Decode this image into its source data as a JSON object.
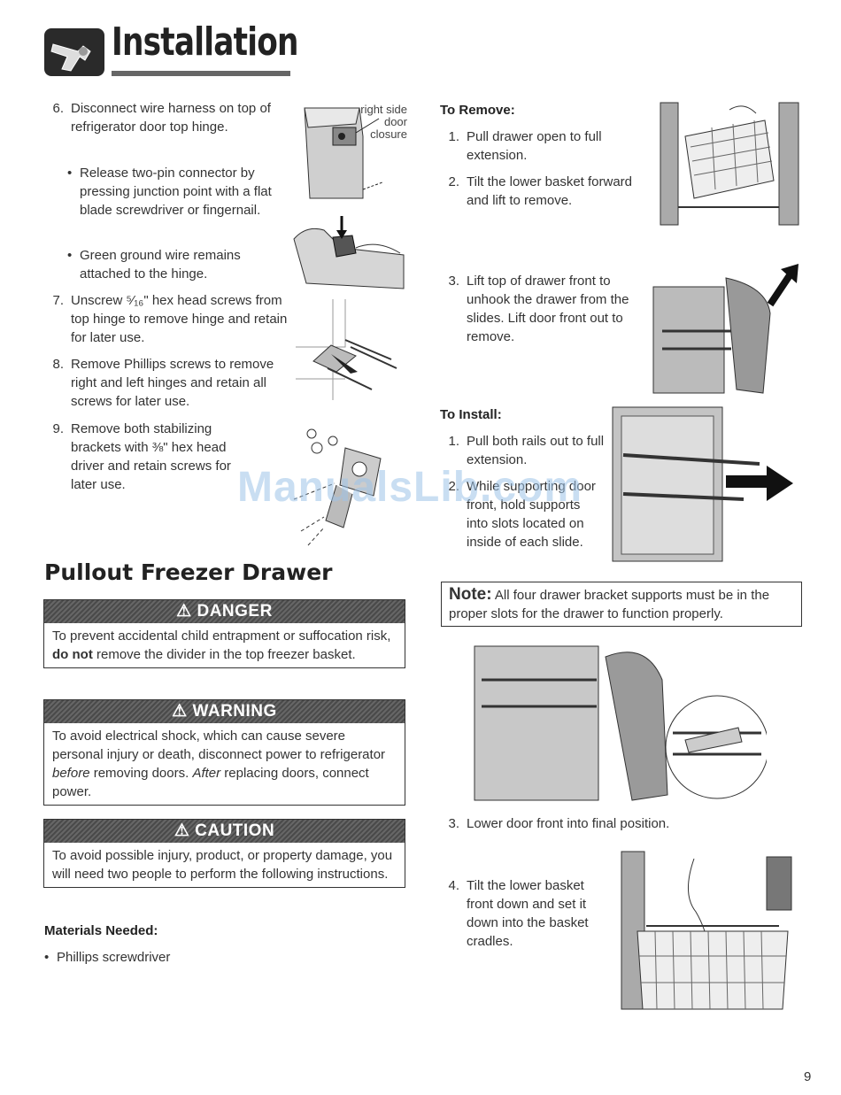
{
  "header": {
    "title": "Installation",
    "icon": "wrench-icon"
  },
  "left_steps": [
    {
      "num": "6.",
      "text": "Disconnect wire harness on top of refrigerator door top hinge."
    },
    {
      "num": "7.",
      "text": "Unscrew ⁵⁄₁₆\" hex head screws from top hinge to remove hinge and retain for later use."
    },
    {
      "num": "8.",
      "text": "Remove Phillips screws to remove right and left hinges and retain all screws for later use."
    },
    {
      "num": "9.",
      "text": "Remove both stabilizing brackets with ⅜\" hex head driver and retain screws for later use."
    }
  ],
  "step6_bullets": [
    "Release two-pin connector by pressing junction point with a flat blade screwdriver or fingernail.",
    "Green ground wire remains attached to the hinge."
  ],
  "hinge_label": "right side door closure",
  "section_title": "Pullout Freezer Drawer",
  "danger": {
    "title": "⚠ DANGER",
    "text_before": "To prevent accidental child entrapment or suffocation risk, ",
    "bold": "do not",
    "text_after": " remove the divider in the top freezer basket."
  },
  "warning": {
    "title": "⚠ WARNING",
    "t1": "To avoid electrical shock, which can cause severe personal injury or death, disconnect power to refrigerator ",
    "i1": "before",
    "t2": " removing doors. ",
    "i2": "After",
    "t3": " replacing doors, connect power."
  },
  "caution": {
    "title": "⚠ CAUTION",
    "text": "To avoid possible injury, product, or property damage, you will need two people to perform the following instructions."
  },
  "materials": {
    "heading": "Materials Needed:",
    "items": [
      "Phillips screwdriver"
    ]
  },
  "remove": {
    "heading": "To Remove:",
    "steps": [
      {
        "num": "1.",
        "text": "Pull drawer open to full extension."
      },
      {
        "num": "2.",
        "text": "Tilt the lower basket forward and lift to remove."
      },
      {
        "num": "3.",
        "text": "Lift top of drawer front to unhook the drawer from the slides. Lift door front out to remove."
      }
    ]
  },
  "install": {
    "heading": "To Install:",
    "steps": [
      {
        "num": "1.",
        "text": "Pull both rails out to full extension."
      },
      {
        "num": "2.",
        "text": "While supporting door front, hold supports into slots located on inside of each slide."
      },
      {
        "num": "3.",
        "text": "Lower door front into final position."
      },
      {
        "num": "4.",
        "text": "Tilt the lower basket front down and set it down into the basket cradles."
      }
    ]
  },
  "note": {
    "label": "Note:",
    "text": " All four drawer bracket supports must be in the proper slots for the drawer to function properly."
  },
  "watermark": "ManualsLib.com",
  "page_number": "9"
}
